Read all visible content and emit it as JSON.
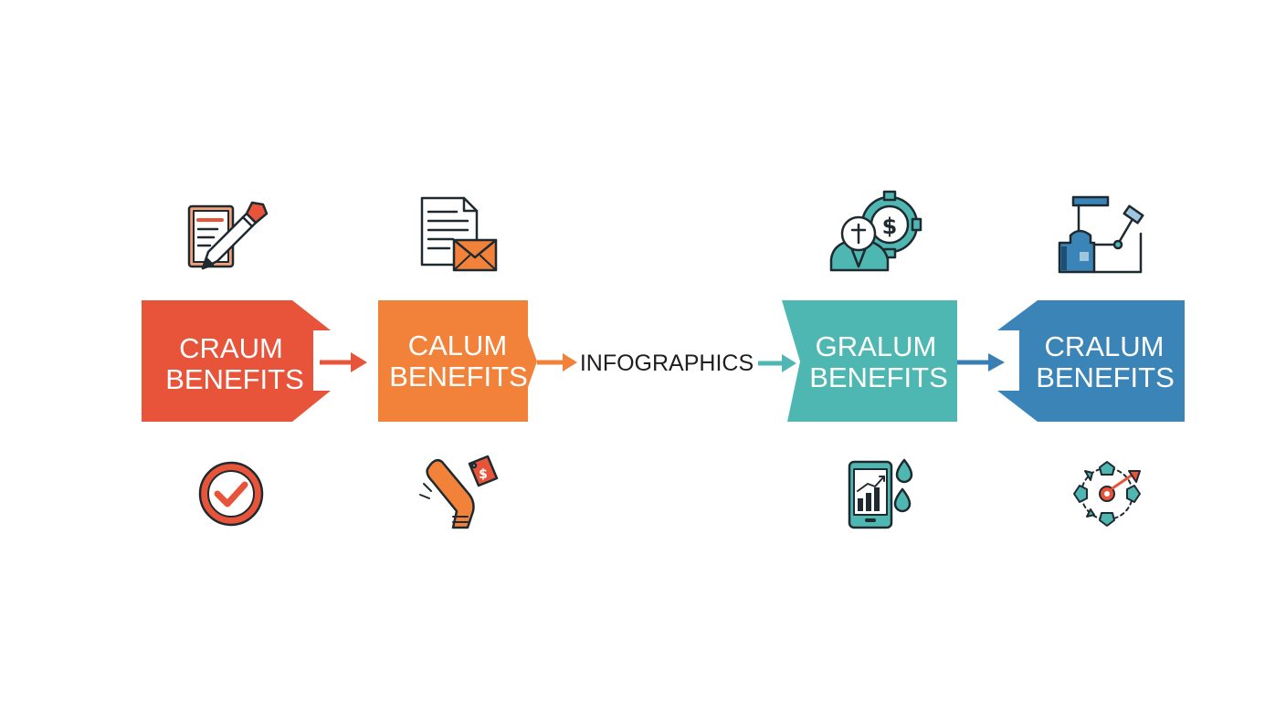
{
  "diagram": {
    "center_label": "INFOGRAPHICS",
    "boxes": [
      {
        "line1": "CRAUM",
        "line2": "BENEFITS",
        "color": "#e8543a",
        "arrow_color": "#e8543a"
      },
      {
        "line1": "CALUM",
        "line2": "BENEFITS",
        "color": "#f2823a",
        "arrow_color": "#f2823a"
      },
      {
        "line1": "GRALUM",
        "line2": "BENEFITS",
        "color": "#4fb7b2",
        "arrow_color": "#4fb7b2"
      },
      {
        "line1": "CRALUM",
        "line2": "BENEFITS",
        "color": "#3a84b8",
        "arrow_color": "#3a7fb3"
      }
    ],
    "icons": {
      "top": [
        "document-pen-icon",
        "document-envelope-icon",
        "person-gear-dollar-icon",
        "workflow-machine-icon"
      ],
      "bottom": [
        "check-circle-icon",
        "boomerang-price-tag-icon",
        "phone-chart-icon",
        "target-network-icon"
      ]
    },
    "colors": {
      "outline": "#1f2a30",
      "red": "#e8543a",
      "orange": "#f2823a",
      "teal": "#4fb7b2",
      "blue": "#3a84b8"
    }
  }
}
